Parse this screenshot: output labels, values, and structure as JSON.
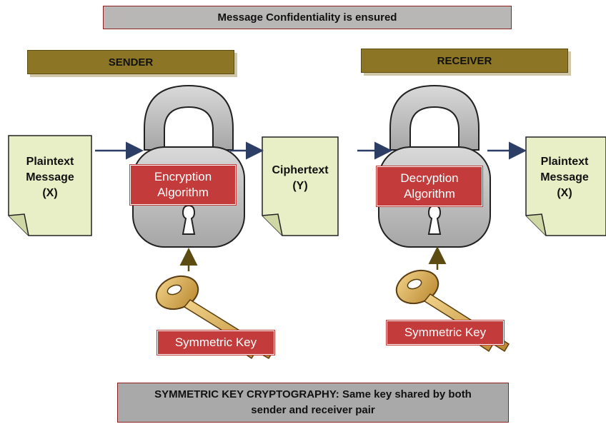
{
  "header": {
    "title": "Message Confidentiality is ensured"
  },
  "roles": {
    "sender": "SENDER",
    "receiver": "RECEIVER"
  },
  "sender_plaintext": {
    "line1": "Plaintext",
    "line2": "Message",
    "line3": "(X)"
  },
  "encryption": {
    "line1": "Encryption",
    "line2": "Algorithm"
  },
  "ciphertext": {
    "line1": "Ciphertext",
    "line2": "(Y)"
  },
  "decryption": {
    "line1": "Decryption",
    "line2": "Algorithm"
  },
  "receiver_plaintext": {
    "line1": "Plaintext",
    "line2": "Message",
    "line3": "(X)"
  },
  "keys": {
    "sender_key": "Symmetric Key",
    "receiver_key": "Symmetric Key"
  },
  "footer": {
    "line1": "SYMMETRIC KEY CRYPTOGRAPHY: Same key shared by both",
    "line2": "sender and receiver pair"
  },
  "colors": {
    "doc_fill": "#e8efc6",
    "lock_fill": "#bdbdbd",
    "label_red": "#c33b3b",
    "arrow_blue": "#2c3e66",
    "arrow_brown": "#5c4c12",
    "key_gold": "#d8b15a"
  },
  "icons": {
    "documents": "document-icon",
    "locks": "padlock-icon",
    "keys": "key-icon"
  }
}
